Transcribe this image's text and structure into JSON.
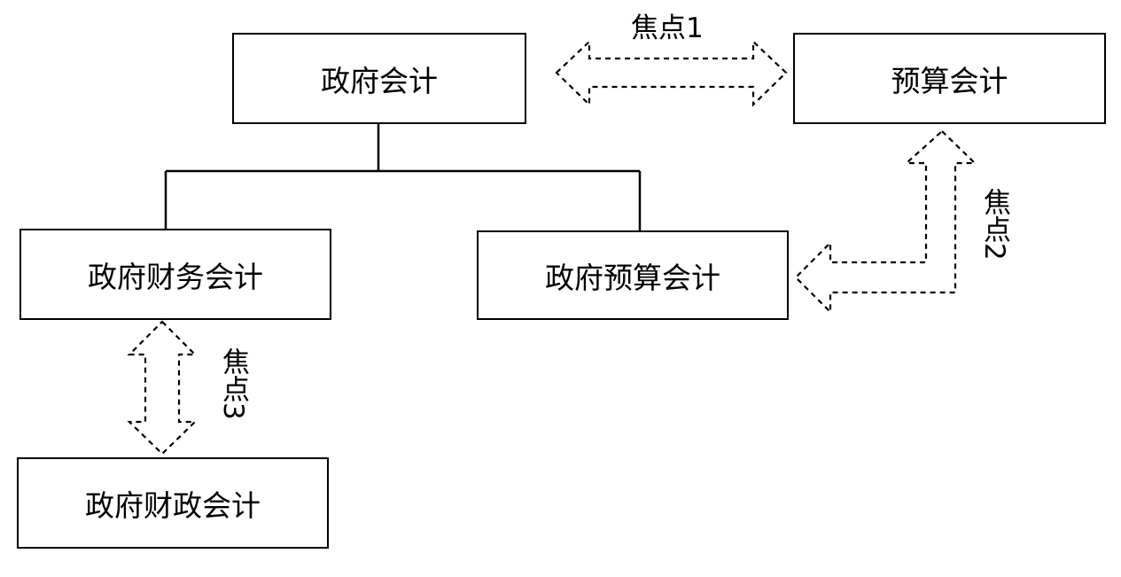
{
  "nodes": {
    "gov_accounting": "政府会计",
    "budget_accounting": "预算会计",
    "gov_financial_accounting": "政府财务会计",
    "gov_budget_accounting": "政府预算会计",
    "gov_fiscal_accounting": "政府财政会计"
  },
  "focus": {
    "f1": "焦点1",
    "f2": "焦点2",
    "f3": "焦点3"
  }
}
